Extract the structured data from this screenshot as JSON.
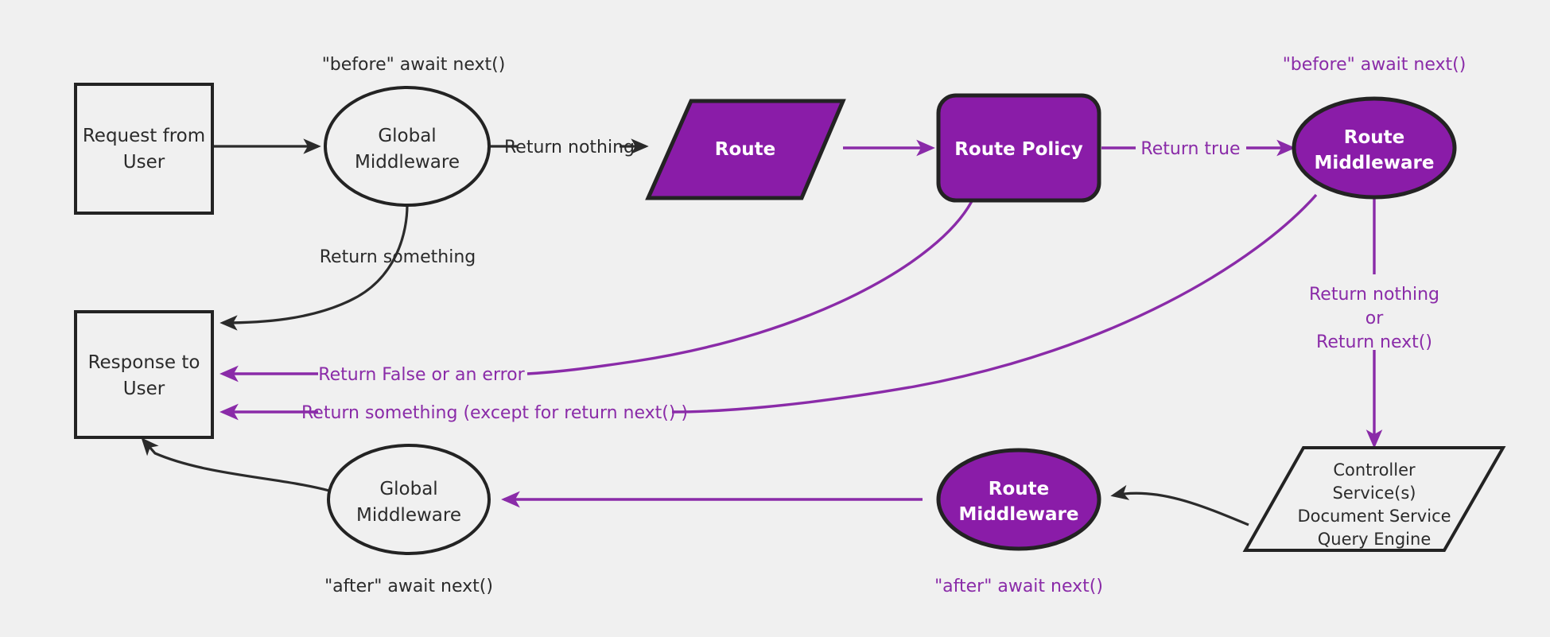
{
  "diagram": {
    "title": "Request / Middleware Lifecycle Flow",
    "background_color": "#f0f0f0",
    "colors": {
      "purple_fill": "#8a1ca8",
      "purple_stroke": "#8a2ba8",
      "dark_stroke": "#232323",
      "dark_text": "#2b2b2b",
      "light_text": "#ffffff"
    },
    "nodes": {
      "request_from_user": {
        "line1": "Request from",
        "line2": "User"
      },
      "global_middleware_top": {
        "line1": "Global",
        "line2": "Middleware"
      },
      "route": {
        "line1": "Route"
      },
      "route_policy": {
        "line1": "Route Policy"
      },
      "route_middleware_top": {
        "line1": "Route",
        "line2": "Middleware"
      },
      "controller": {
        "line1": "Controller",
        "line2": "Service(s)",
        "line3": "Document Service",
        "line4": "Query Engine"
      },
      "route_middleware_bottom": {
        "line1": "Route",
        "line2": "Middleware"
      },
      "global_middleware_bottom": {
        "line1": "Global",
        "line2": "Middleware"
      },
      "response_to_user": {
        "line1": "Response to",
        "line2": "User"
      }
    },
    "annotations": {
      "before_await_next_global": "\"before\" await next()",
      "before_await_next_route": "\"before\" await next()",
      "after_await_next_global": "\"after\" await next()",
      "after_await_next_route": "\"after\" await next()"
    },
    "edge_labels": {
      "return_nothing_global": "Return nothing",
      "return_something_global": "Return something",
      "return_true": "Return true",
      "return_false_or_error": "Return False or an error",
      "return_something_except_next": "Return something (except for return next() )",
      "return_nothing_or_next_line1": "Return nothing",
      "return_nothing_or_next_line2": "or",
      "return_nothing_or_next_line3": "Return next()"
    }
  }
}
